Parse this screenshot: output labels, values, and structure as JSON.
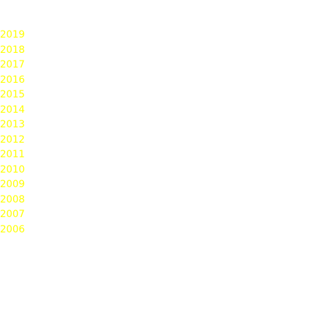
{
  "theme": {
    "background": "#ffffff",
    "year_link_color": "#ffff00"
  },
  "years": [
    {
      "label": "2019"
    },
    {
      "label": "2018"
    },
    {
      "label": "2017"
    },
    {
      "label": "2016"
    },
    {
      "label": "2015"
    },
    {
      "label": "2014"
    },
    {
      "label": "2013"
    },
    {
      "label": "2012"
    },
    {
      "label": "2011"
    },
    {
      "label": "2010"
    },
    {
      "label": "2009"
    },
    {
      "label": "2008"
    },
    {
      "label": "2007"
    },
    {
      "label": "2006"
    }
  ]
}
